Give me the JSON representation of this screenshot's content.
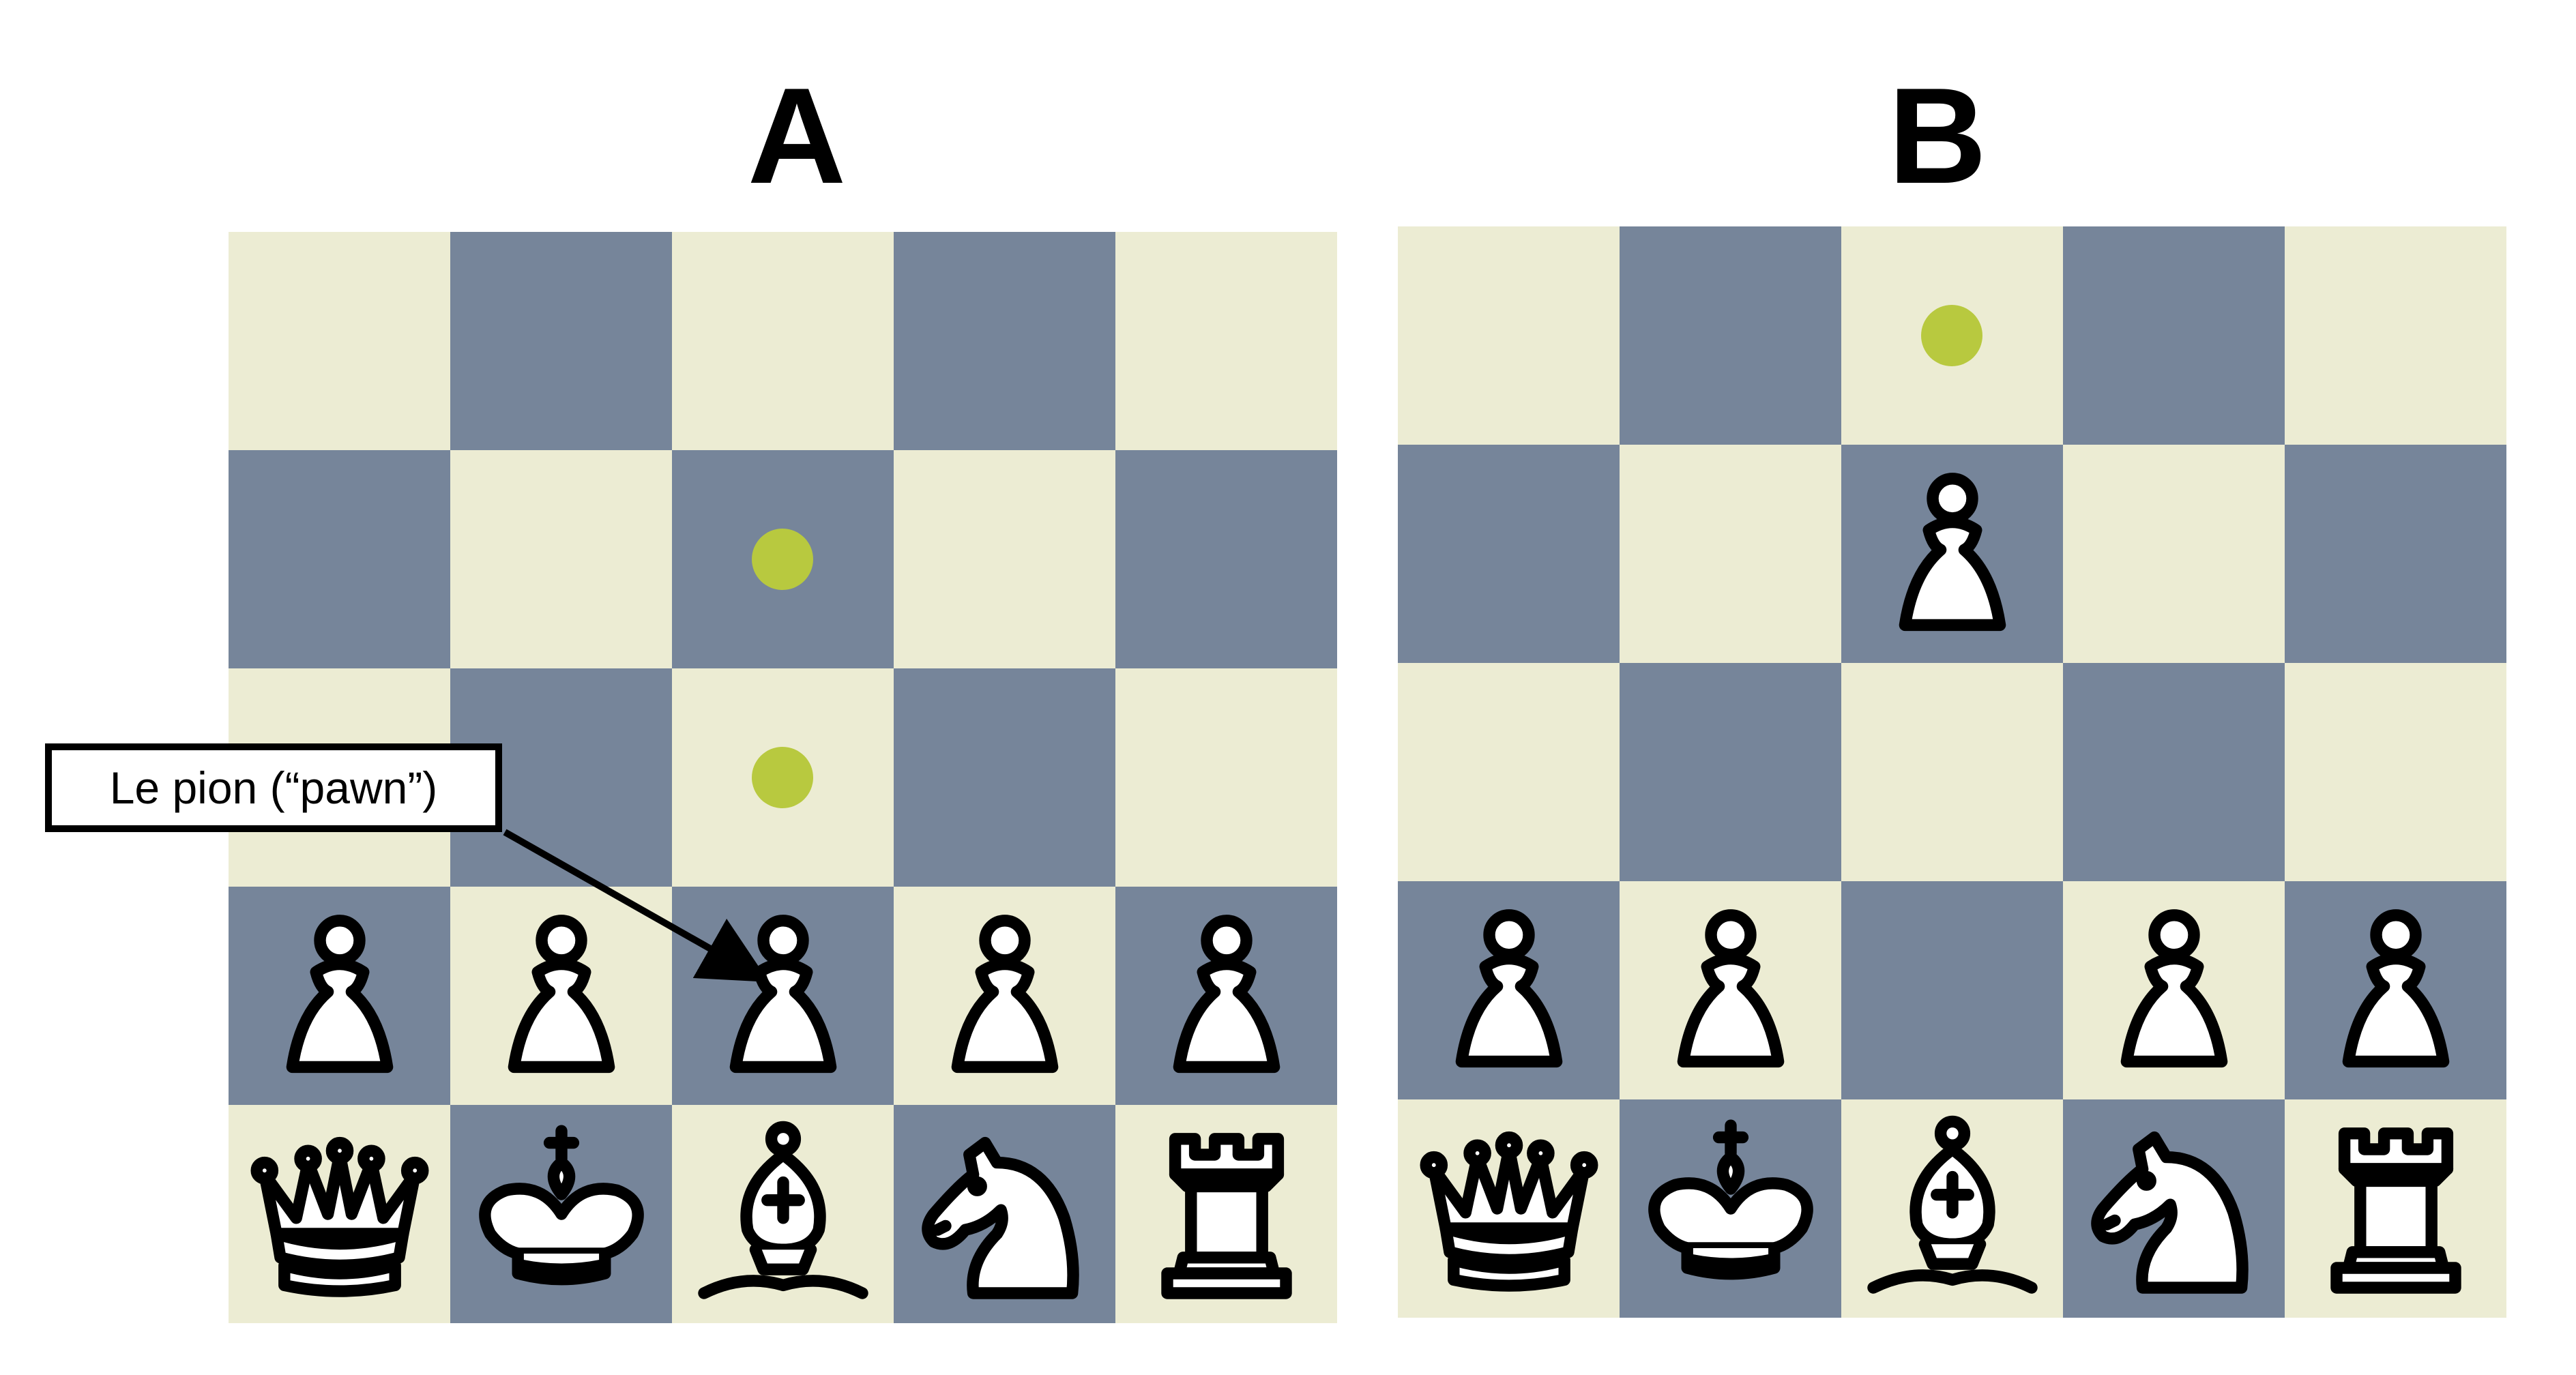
{
  "panels": [
    {
      "label": "A",
      "squares": [
        [
          "",
          "",
          "",
          "",
          ""
        ],
        [
          "",
          "",
          "dot",
          "",
          ""
        ],
        [
          "",
          "",
          "dot",
          "",
          ""
        ],
        [
          "pawn",
          "pawn",
          "pawn",
          "pawn",
          "pawn"
        ],
        [
          "queen",
          "king",
          "bishop",
          "knight",
          "rook"
        ]
      ]
    },
    {
      "label": "B",
      "squares": [
        [
          "",
          "",
          "dot",
          "",
          ""
        ],
        [
          "",
          "",
          "pawn",
          "",
          ""
        ],
        [
          "",
          "",
          "",
          "",
          ""
        ],
        [
          "pawn",
          "pawn",
          "",
          "pawn",
          "pawn"
        ],
        [
          "queen",
          "king",
          "bishop",
          "knight",
          "rook"
        ]
      ]
    }
  ],
  "callout": {
    "text": "Le pion (“pawn”)"
  },
  "colors": {
    "light_square": "#ececd3",
    "dark_square": "#76859a",
    "move_dot": "#b8c93f",
    "piece_fill": "#ffffff",
    "piece_stroke": "#000000"
  },
  "icons": {
    "pawn": "white-pawn-icon",
    "queen": "white-queen-icon",
    "king": "white-king-icon",
    "bishop": "white-bishop-icon",
    "knight": "white-knight-icon",
    "rook": "white-rook-icon",
    "dot": "move-hint-dot"
  }
}
